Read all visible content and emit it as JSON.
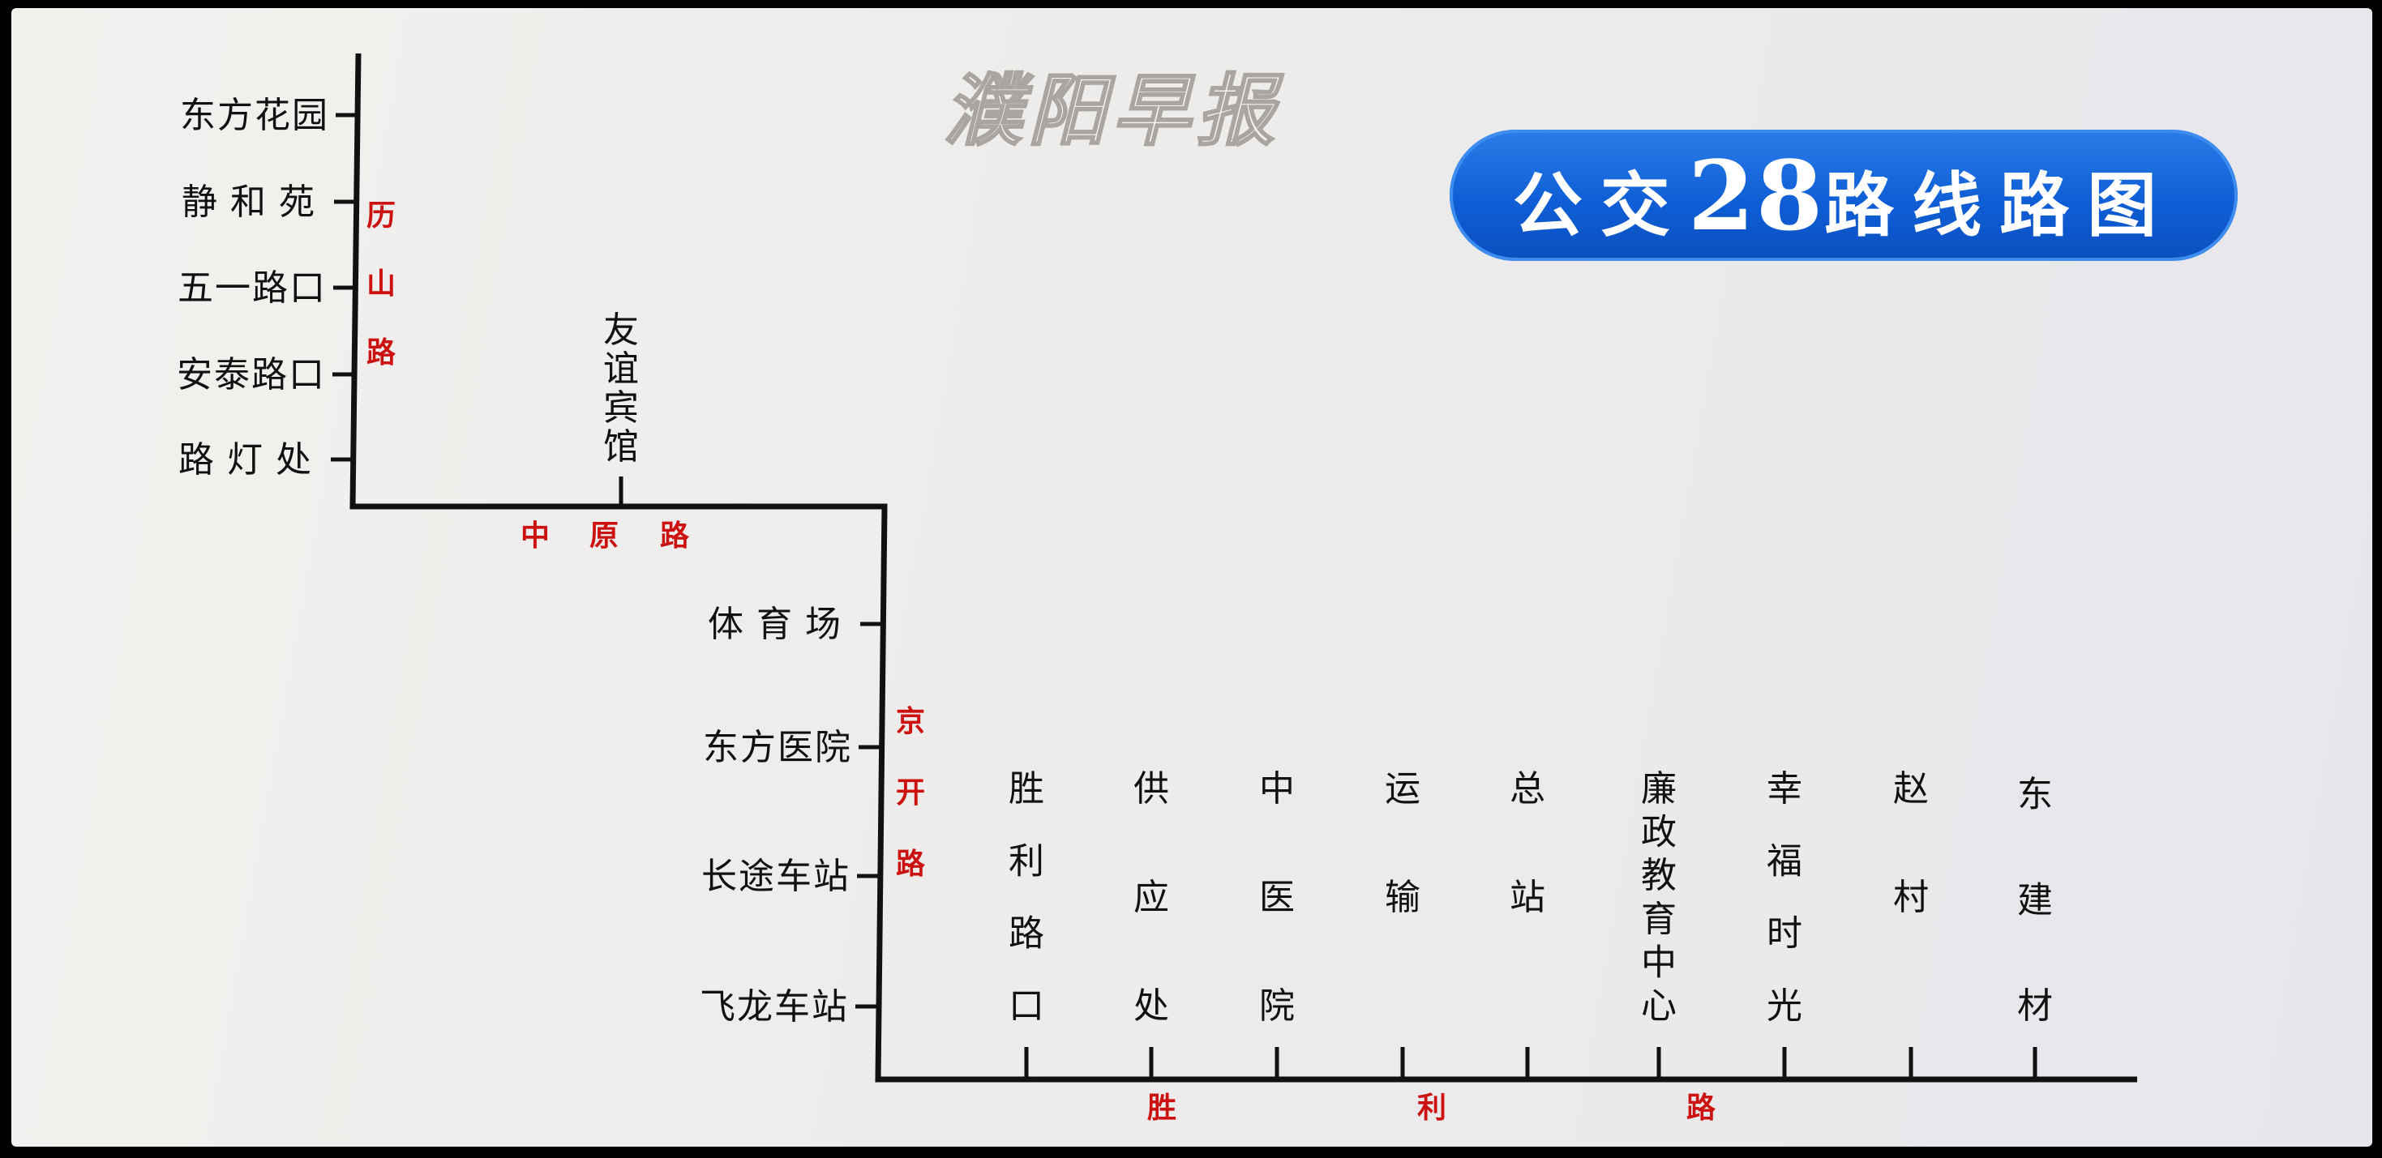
{
  "masthead": "濮阳早报",
  "title": {
    "prefix": "公交",
    "number": "28",
    "suffix": "路线路图"
  },
  "route": {
    "stops": [
      "东方花园",
      "静和苑",
      "五一路口",
      "安泰路口",
      "路灯处",
      "友谊宾馆",
      "体育场",
      "东方医院",
      "长途车站",
      "飞龙车站",
      "胜利路口",
      "供应处",
      "中医院",
      "运输",
      "总站",
      "廉政教育中心",
      "幸福时光",
      "赵村",
      "东建材"
    ],
    "roads": [
      {
        "name": "历山路",
        "chars": [
          "历",
          "山",
          "路"
        ]
      },
      {
        "name": "中原路",
        "chars": [
          "中",
          "原",
          "路"
        ]
      },
      {
        "name": "京开路",
        "chars": [
          "京",
          "开",
          "路"
        ]
      },
      {
        "name": "胜利路",
        "chars": [
          "胜",
          "利",
          "路"
        ]
      }
    ]
  },
  "colors": {
    "line": "#111111",
    "road_label": "#cc1111",
    "title_bg": "#1463d8",
    "title_text": "#ffffff"
  }
}
